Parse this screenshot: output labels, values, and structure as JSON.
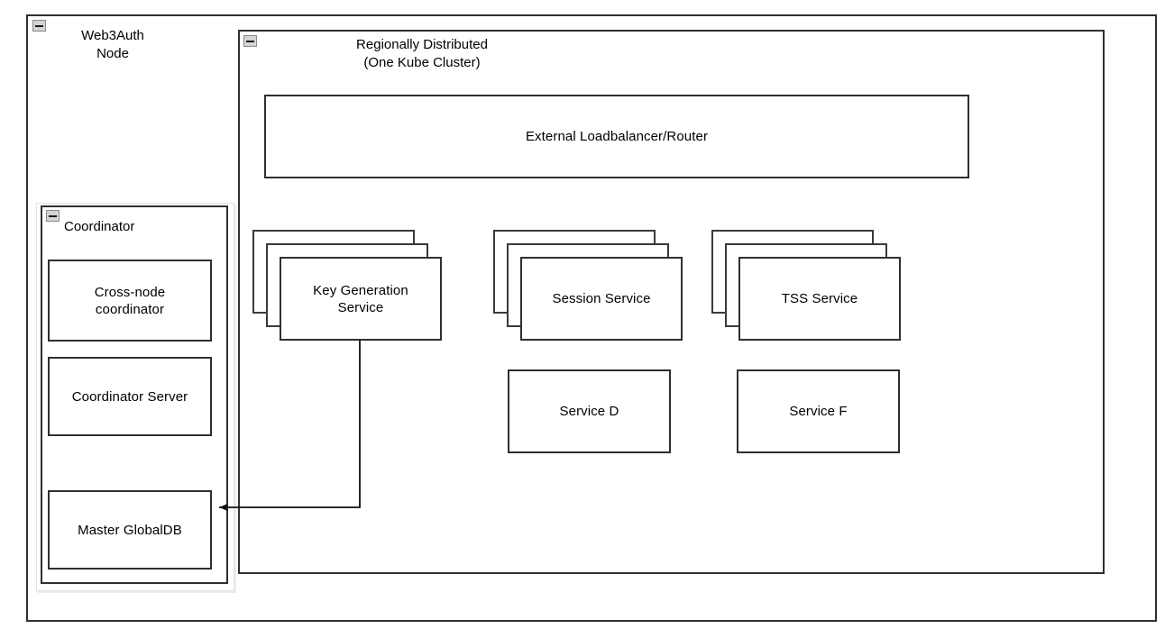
{
  "diagram": {
    "title": "Web3Auth Node Architecture",
    "stroke_color": "#2f2f2f",
    "background_color": "#ffffff",
    "collapse_icon_name": "collapse-minus-icon"
  },
  "outer_node": {
    "label": "Web3Auth\nNode",
    "collapse_state": "expanded"
  },
  "region": {
    "label": "Regionally Distributed\n(One Kube Cluster)",
    "collapse_state": "expanded"
  },
  "coordinator": {
    "label": "Coordinator",
    "collapse_state": "expanded",
    "children": [
      {
        "label": "Cross-node\ncoordinator"
      },
      {
        "label": "Coordinator Server"
      },
      {
        "label": "Master GlobalDB"
      }
    ]
  },
  "loadbalancer": {
    "label": "External Loadbalancer/Router"
  },
  "services": {
    "stacked": [
      {
        "label": "Key Generation\nService",
        "replicas": 3
      },
      {
        "label": "Session Service",
        "replicas": 3
      },
      {
        "label": "TSS Service",
        "replicas": 3
      }
    ],
    "single": [
      {
        "label": "Service D"
      },
      {
        "label": "Service F"
      }
    ]
  },
  "connections": [
    {
      "name": "keygen-to-master-globaldb",
      "from": "Key Generation Service",
      "to": "Master GlobalDB",
      "arrow": "single",
      "style": "orthogonal"
    }
  ]
}
